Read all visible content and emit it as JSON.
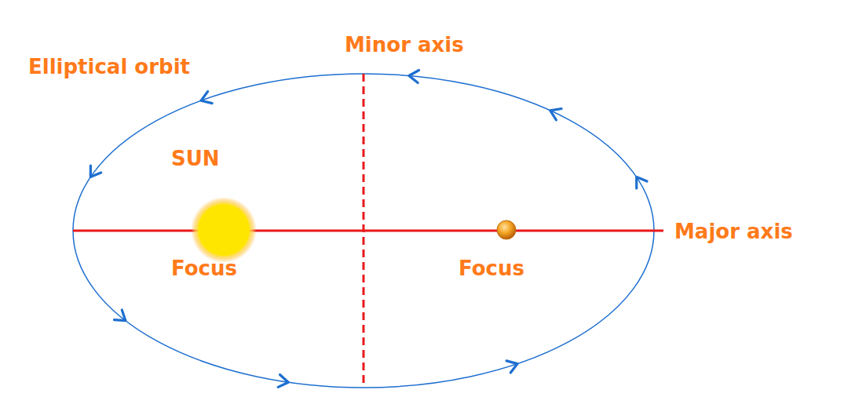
{
  "diagram": {
    "labels": [
      "Minor axis",
      "Elliptical orbit",
      "SUN",
      "Focus",
      "Focus",
      "Major axis"
    ]
  }
}
